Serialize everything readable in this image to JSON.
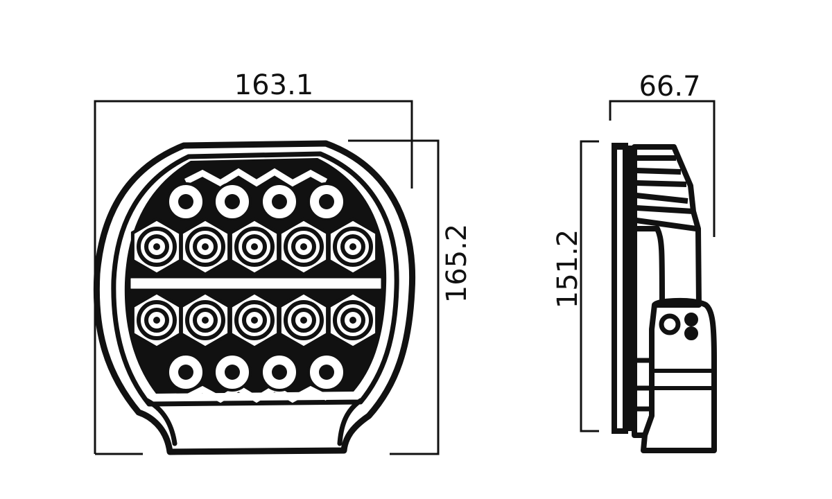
{
  "dimensions": {
    "front_width": "163.1",
    "front_height": "165.2",
    "side_depth": "66.7",
    "side_height": "151.2"
  },
  "colors": {
    "ink": "#111111",
    "paper": "#ffffff"
  },
  "front_view": {
    "round_led_rows": 2,
    "round_leds_per_row": 4,
    "hex_led_rows": 2,
    "hex_leds_per_row": 5
  }
}
